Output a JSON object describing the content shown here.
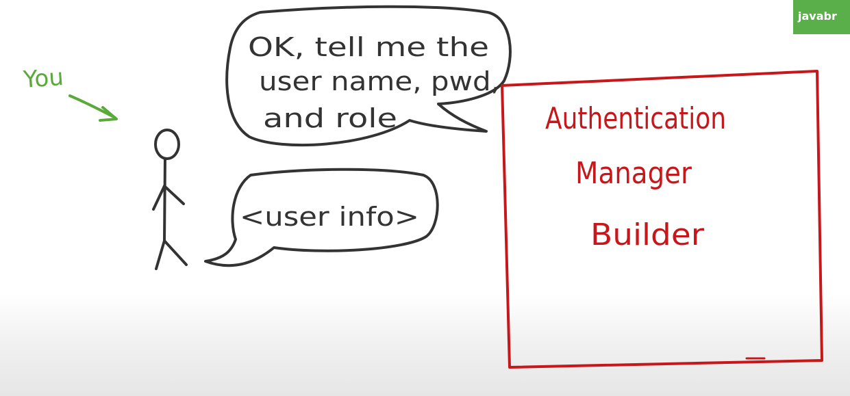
{
  "labels": {
    "you": "You"
  },
  "speech_bubble_top": {
    "lines": [
      "OK, tell me the",
      "user name, pwd,",
      "and role"
    ]
  },
  "speech_bubble_bottom": {
    "text": "<user info>"
  },
  "component_box": {
    "lines": [
      "Authentication",
      "Manager",
      "Builder"
    ]
  },
  "brand": {
    "text": "javabr"
  },
  "colors": {
    "ink": "#333333",
    "green": "#5aaa3a",
    "red": "#c8171b",
    "brand_bg": "#5aaf4b"
  }
}
